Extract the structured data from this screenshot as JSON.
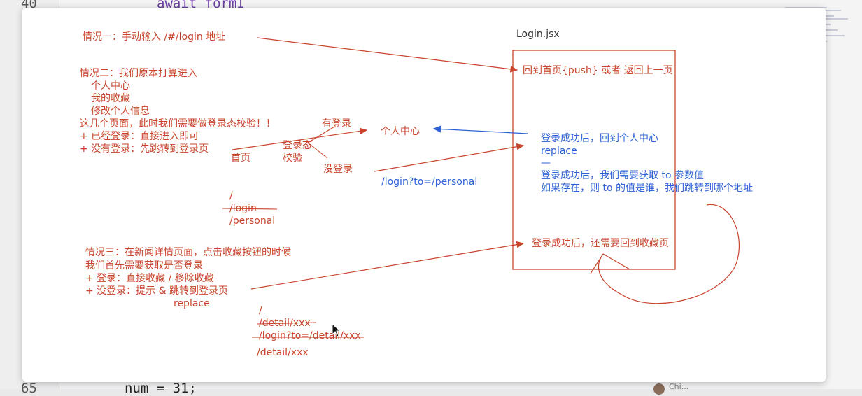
{
  "editor": {
    "line_top": "40",
    "code_top": "await formI",
    "line_bottom": "65",
    "code_bottom": "num = 31;",
    "user_name": "Chi..."
  },
  "board": {
    "file_label": "Login.jsx",
    "case1": "情况一：手动输入  /#/login  地址",
    "case2_lines": [
      "情况二：我们原本打算进入",
      "个人中心",
      "我的收藏",
      "修改个人信息",
      "这几个页面，此时我们需要做登录态校验！！",
      "+ 已经登录：直接进入即可",
      "+ 没有登录：先跳转到登录页"
    ],
    "flow": {
      "home": "首页",
      "check_line1": "登录态",
      "check_line2": "校验",
      "logged_in": "有登录",
      "not_logged_in": "没登录",
      "personal_center": "个人中心",
      "login_to_personal": "/login?to=/personal"
    },
    "stack1": [
      "/",
      "/login",
      "/personal"
    ],
    "case3_lines": [
      "情况三：在新闻详情页面，点击收藏按钮的时候",
      "我们首先需要获取是否登录",
      "+ 登录：直接收藏 / 移除收藏",
      "+ 没登录：提示 & 跳转到登录页",
      "replace"
    ],
    "stack2": [
      "/",
      "/detail/xxx",
      "/login?to=/detail/xxx",
      "/detail/xxx"
    ],
    "box": {
      "item1": "回到首页{push} 或者 返回上一页",
      "item2_lines": [
        "登录成功后，回到个人中心",
        "replace",
        "—",
        "登录成功后，我们需要获取 to 参数值",
        "如果存在，则 to 的值是谁，我们跳转到哪个地址"
      ],
      "item3": "登录成功后，还需要回到收藏页"
    }
  },
  "colors": {
    "red": "#c8442c",
    "blue": "#2f62d6"
  }
}
